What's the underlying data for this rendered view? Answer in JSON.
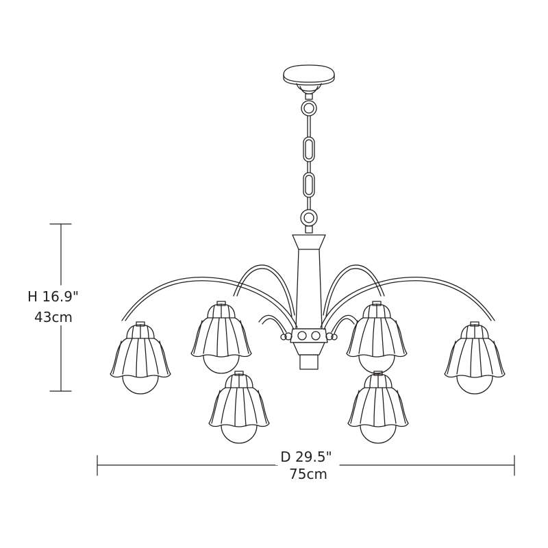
{
  "diagram": {
    "subject": "chandelier line drawing",
    "line_color": "#231f20",
    "background": "#ffffff",
    "lamp_count": 6
  },
  "dimensions": {
    "height": {
      "prefix": "H",
      "imperial": "16.9\"",
      "imperial_label": "H  16.9\"",
      "metric": "43cm"
    },
    "diameter": {
      "prefix": "D",
      "imperial": "29.5\"",
      "imperial_label": "D  29.5\"",
      "metric": "75cm"
    }
  }
}
